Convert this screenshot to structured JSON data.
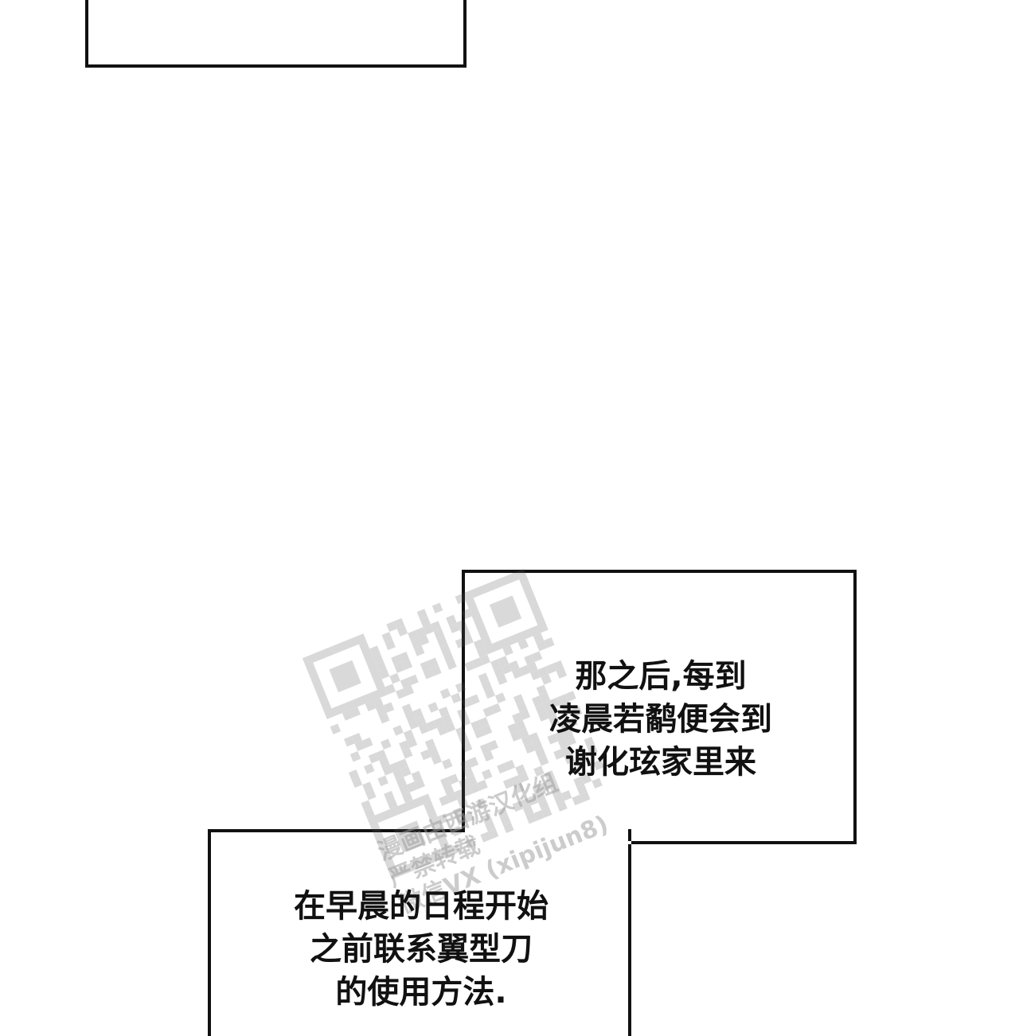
{
  "captions": {
    "top": {
      "lines": [
        "那之后,每到",
        "凌晨若鹬便会到",
        "谢化玹家里来"
      ]
    },
    "bottom": {
      "lines": [
        "在早晨的日程开始",
        "之前联系翼型刀",
        "的使用方法."
      ]
    }
  },
  "watermark": {
    "icon": "qr-code-icon",
    "lines": [
      "漫画由西游汉化组",
      "严禁转载",
      "微信VX (xipijun8)"
    ]
  },
  "colors": {
    "ink": "#111111",
    "background": "#ffffff",
    "watermark": "#9a9a9a"
  }
}
